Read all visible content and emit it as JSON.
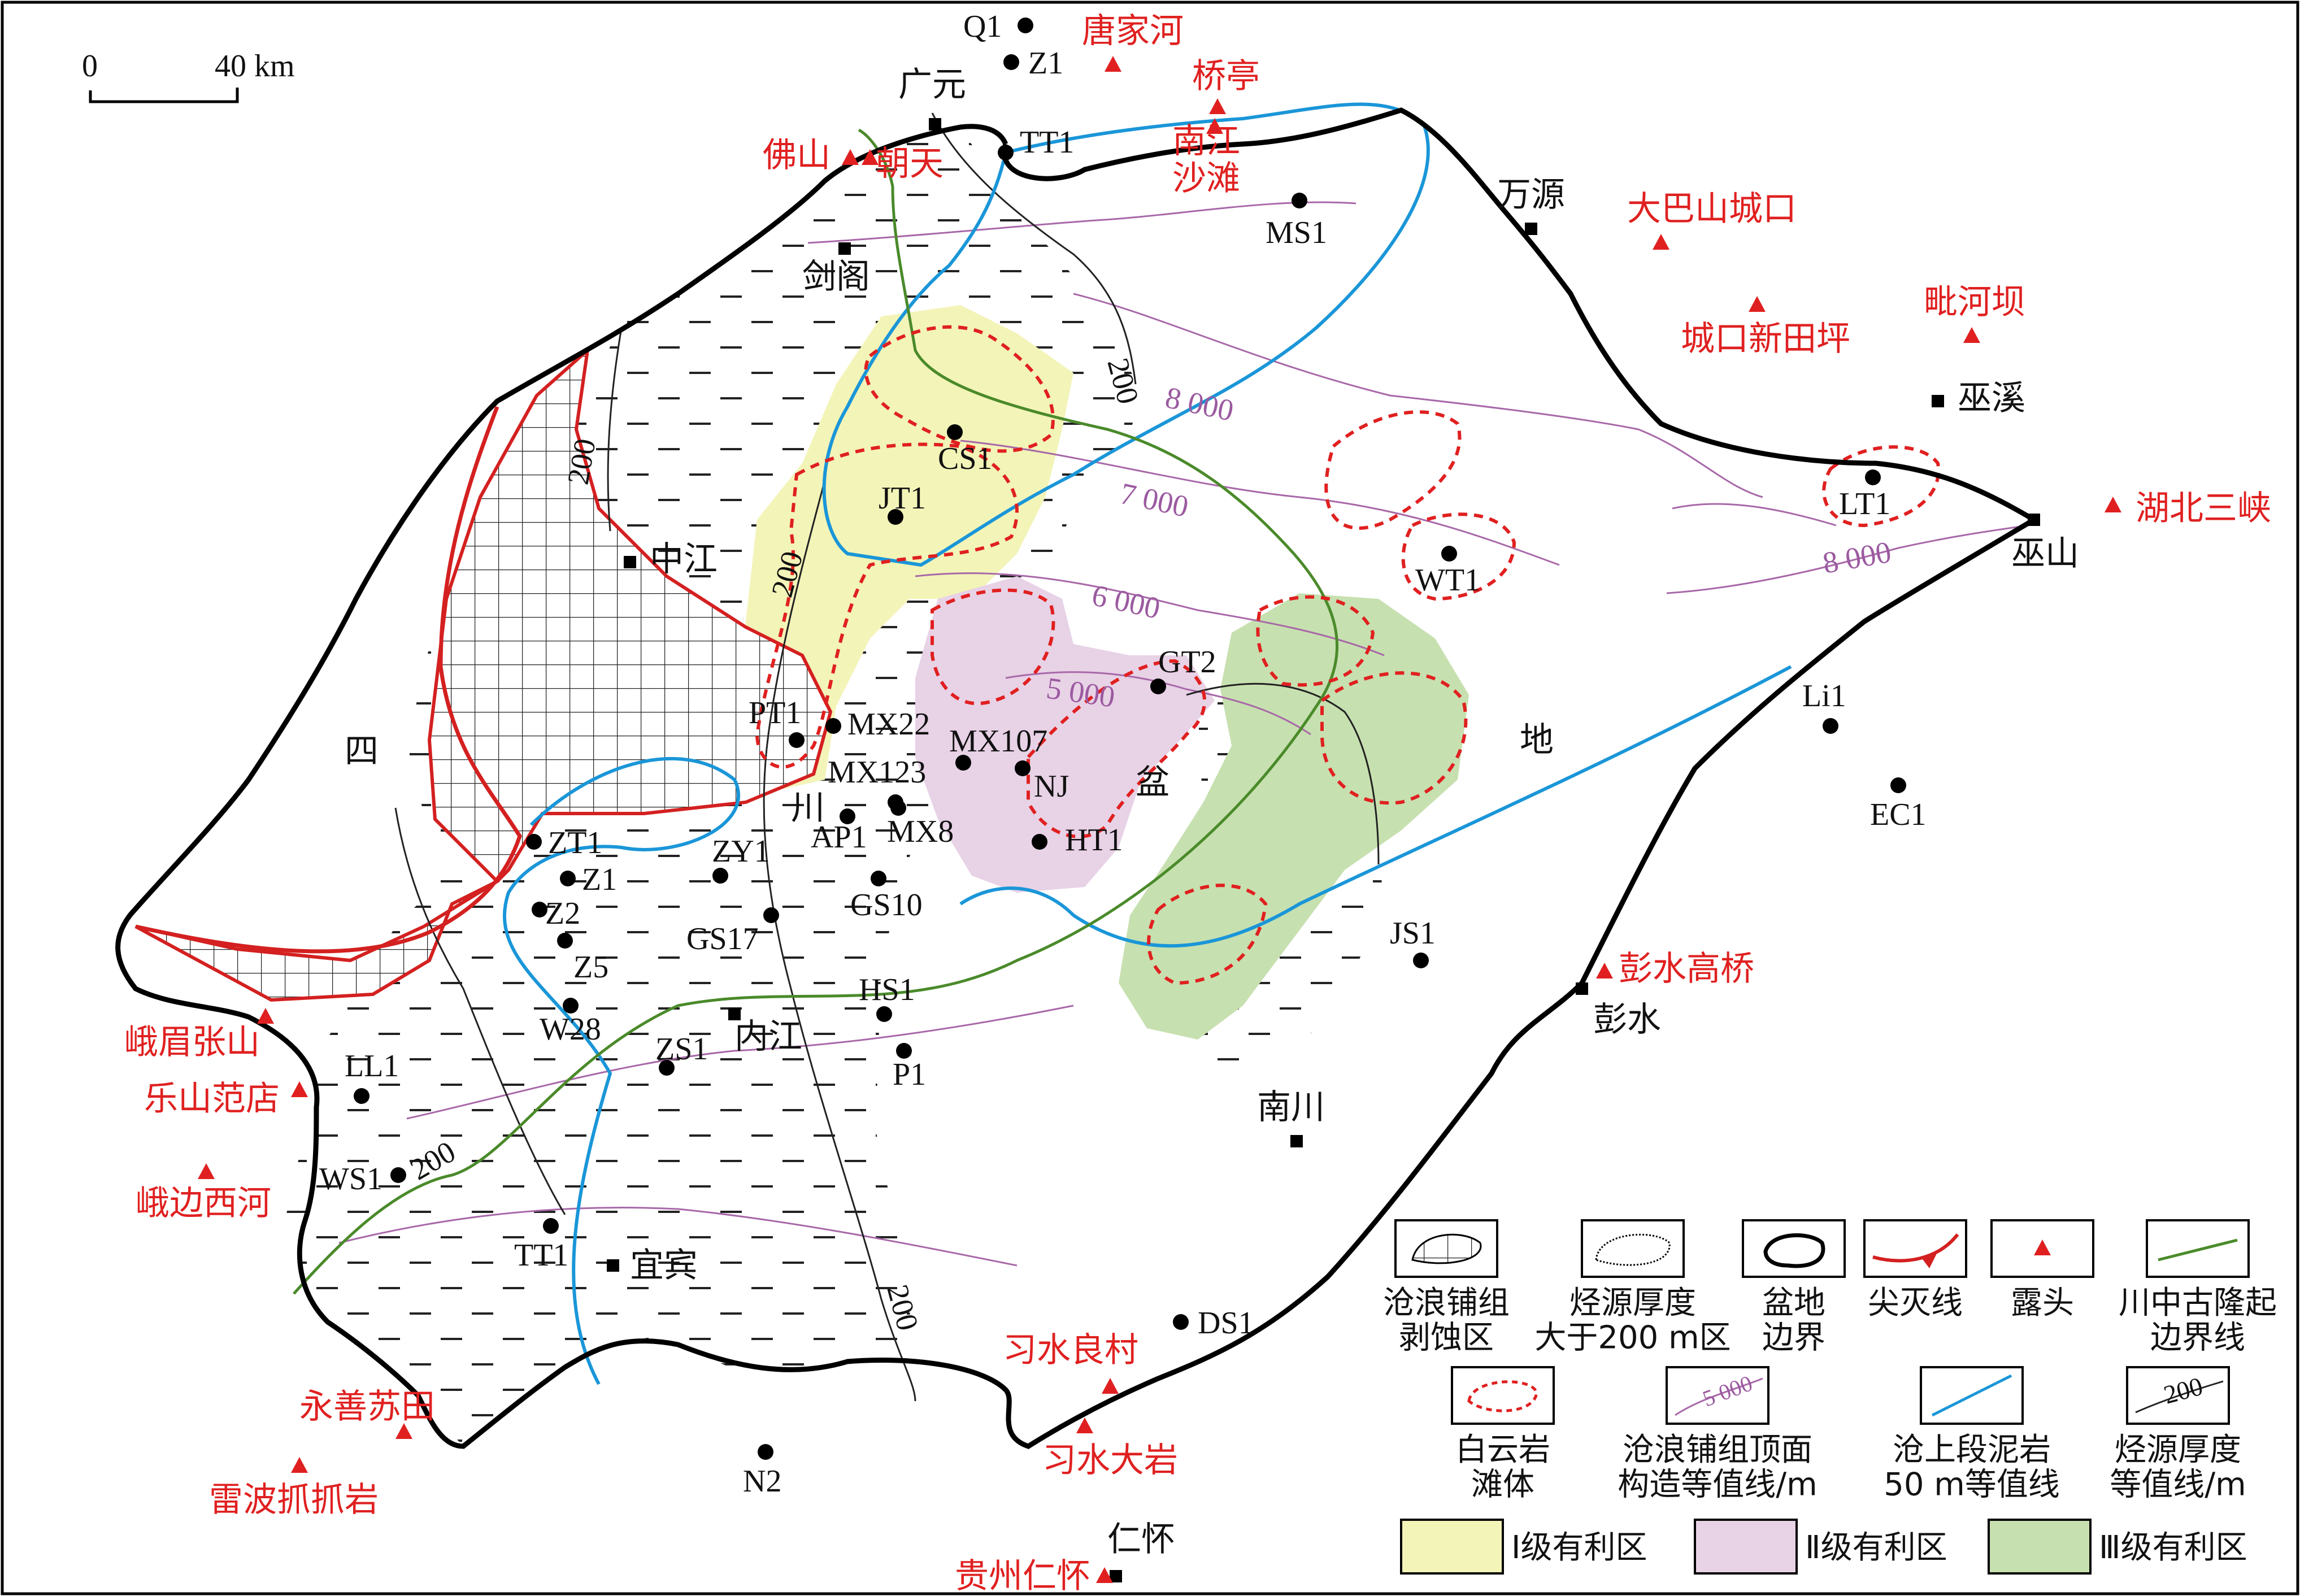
{
  "scale_bar": {
    "zero": "0",
    "distance": "40 km"
  },
  "region_labels": [
    "四",
    "川",
    "盆",
    "地"
  ],
  "cities": [
    {
      "name": "广元"
    },
    {
      "name": "剑阁"
    },
    {
      "name": "中江"
    },
    {
      "name": "万源"
    },
    {
      "name": "巫溪"
    },
    {
      "name": "巫山"
    },
    {
      "name": "内江"
    },
    {
      "name": "宜宾"
    },
    {
      "name": "南川"
    },
    {
      "name": "彭水"
    },
    {
      "name": "仁怀"
    }
  ],
  "outcrops": [
    {
      "name": "唐家河"
    },
    {
      "name": "桥亭"
    },
    {
      "name": "佛山"
    },
    {
      "name": "朝天"
    },
    {
      "name": "南江\n沙滩"
    },
    {
      "name": "大巴山城口"
    },
    {
      "name": "城口新田坪"
    },
    {
      "name": "毗河坝"
    },
    {
      "name": "湖北三峡"
    },
    {
      "name": "峨眉张山"
    },
    {
      "name": "乐山范店"
    },
    {
      "name": "峨边西河"
    },
    {
      "name": "永善苏田"
    },
    {
      "name": "雷波抓抓岩"
    },
    {
      "name": "彭水高桥"
    },
    {
      "name": "习水良村"
    },
    {
      "name": "习水大岩"
    },
    {
      "name": "贵州仁怀"
    }
  ],
  "wells": [
    {
      "name": "Q1"
    },
    {
      "name": "Z1"
    },
    {
      "name": "TT1"
    },
    {
      "name": "MS1"
    },
    {
      "name": "CS1"
    },
    {
      "name": "JT1"
    },
    {
      "name": "LT1"
    },
    {
      "name": "WT1"
    },
    {
      "name": "GT2"
    },
    {
      "name": "PT1"
    },
    {
      "name": "MX22"
    },
    {
      "name": "MX107"
    },
    {
      "name": "MX123"
    },
    {
      "name": "NJ"
    },
    {
      "name": "AP1"
    },
    {
      "name": "MX8"
    },
    {
      "name": "HT1"
    },
    {
      "name": "ZT1"
    },
    {
      "name": "Z1"
    },
    {
      "name": "Z2"
    },
    {
      "name": "Z5"
    },
    {
      "name": "ZY1"
    },
    {
      "name": "GS10"
    },
    {
      "name": "GS17"
    },
    {
      "name": "HS1"
    },
    {
      "name": "W28"
    },
    {
      "name": "ZS1"
    },
    {
      "name": "P1"
    },
    {
      "name": "LL1"
    },
    {
      "name": "WS1"
    },
    {
      "name": "TT1"
    },
    {
      "name": "Li1"
    },
    {
      "name": "EC1"
    },
    {
      "name": "JS1"
    },
    {
      "name": "DS1"
    },
    {
      "name": "N2"
    }
  ],
  "contour_labels": [
    "8 000",
    "7 000",
    "6 000",
    "5 000",
    "8 000"
  ],
  "thickness_labels": [
    "200",
    "200",
    "200",
    "200",
    "200"
  ],
  "legend": {
    "items": [
      {
        "label": "沧浪铺组\n剥蚀区",
        "symbol": "erosion"
      },
      {
        "label": "烃源厚度\n大于200 m区",
        "symbol": "source"
      },
      {
        "label": "盆地\n边界",
        "symbol": "boundary"
      },
      {
        "label": "尖灭线",
        "symbol": "pinchout"
      },
      {
        "label": "露头",
        "symbol": "outcrop"
      },
      {
        "label": "川中古隆起\n边界线",
        "symbol": "uplift"
      },
      {
        "label": "白云岩\n滩体",
        "symbol": "dolomite"
      },
      {
        "label": "沧浪铺组顶面\n构造等值线/m",
        "symbol": "structure",
        "sample": "5 000"
      },
      {
        "label": "沧上段泥岩\n50 m等值线",
        "symbol": "mudstone"
      },
      {
        "label": "烃源厚度\n等值线/m",
        "symbol": "thickness",
        "sample": "200"
      }
    ],
    "zones": [
      {
        "label": "Ⅰ级有利区",
        "color": "#f3f4b8"
      },
      {
        "label": "Ⅱ级有利区",
        "color": "#e8d2e6"
      },
      {
        "label": "Ⅲ级有利区",
        "color": "#c7e0b0"
      }
    ]
  },
  "colors": {
    "boundary": "#000000",
    "pinchout": "#d42020",
    "uplift": "#4a8a2a",
    "mudstone": "#1a96d8",
    "structure": "#a868a8",
    "dolomite": "#e02020",
    "zone1": "#f3f4b8",
    "zone2": "#e8d2e6",
    "zone3": "#c7e0b0"
  }
}
